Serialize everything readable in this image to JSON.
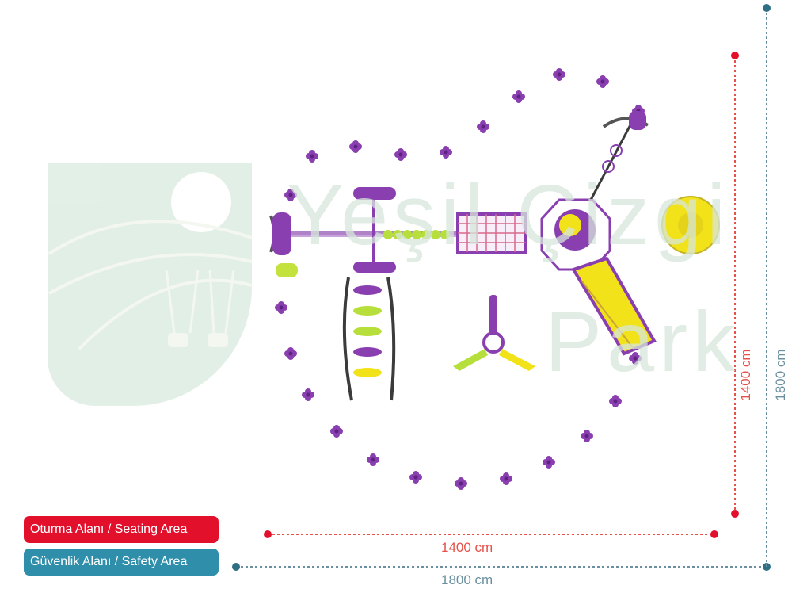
{
  "watermark": {
    "line1": "Yeşil Çizgi",
    "line2": "Park"
  },
  "legend": {
    "seating": "Oturma Alanı / Seating Area",
    "safety": "Güvenlik Alanı / Safety Area"
  },
  "dimensions": {
    "inner_horizontal": "1400 cm",
    "outer_horizontal": "1800 cm",
    "inner_vertical": "1400 cm",
    "outer_vertical": "1800 cm"
  },
  "colors": {
    "seating_accent": "#e3102c",
    "safety_accent": "#2f8eaa",
    "equipment_purple": "#8a3fb0",
    "equipment_yellow": "#f2e21a",
    "equipment_lime": "#b7df3b",
    "watermark_green": "#dfeee4"
  },
  "icons": {
    "seat_marker": "flower-seat-icon",
    "logo": "park-logo-icon"
  }
}
